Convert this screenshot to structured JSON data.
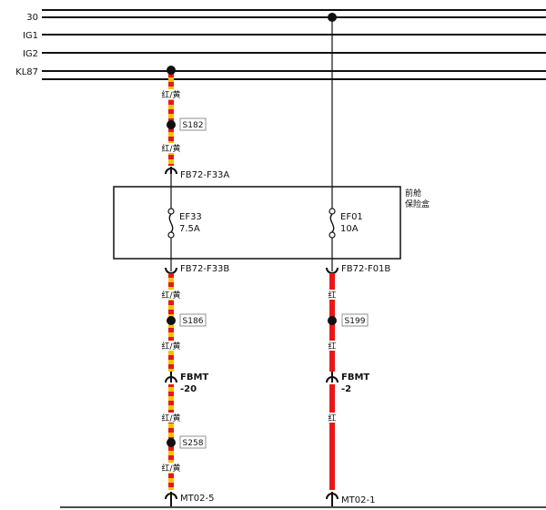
{
  "buses": [
    {
      "label": "30"
    },
    {
      "label": "IG1"
    },
    {
      "label": "IG2"
    },
    {
      "label": "KL87"
    }
  ],
  "fuse_box": {
    "title_line1": "前舱",
    "title_line2": "保险盒"
  },
  "circuit_left": {
    "wire_color_label": "红/黄",
    "splices": [
      "S182",
      "S186",
      "S258"
    ],
    "connector_top": "FB72-F33A",
    "fuse_name": "EF33",
    "fuse_rating": "7.5A",
    "connector_bottom": "FB72-F33B",
    "inline_connector_line1": "FBMT",
    "inline_connector_line2": "-20",
    "terminal": "MT02-5"
  },
  "circuit_right": {
    "wire_color_label": "红",
    "splices": [
      "S199"
    ],
    "fuse_name": "EF01",
    "fuse_rating": "10A",
    "connector_bottom": "FB72-F01B",
    "inline_connector_line1": "FBMT",
    "inline_connector_line2": "-2",
    "terminal": "MT02-1"
  },
  "colors": {
    "wire_red": "#e81818",
    "wire_yellow": "#f2c200",
    "line": "#111111"
  }
}
